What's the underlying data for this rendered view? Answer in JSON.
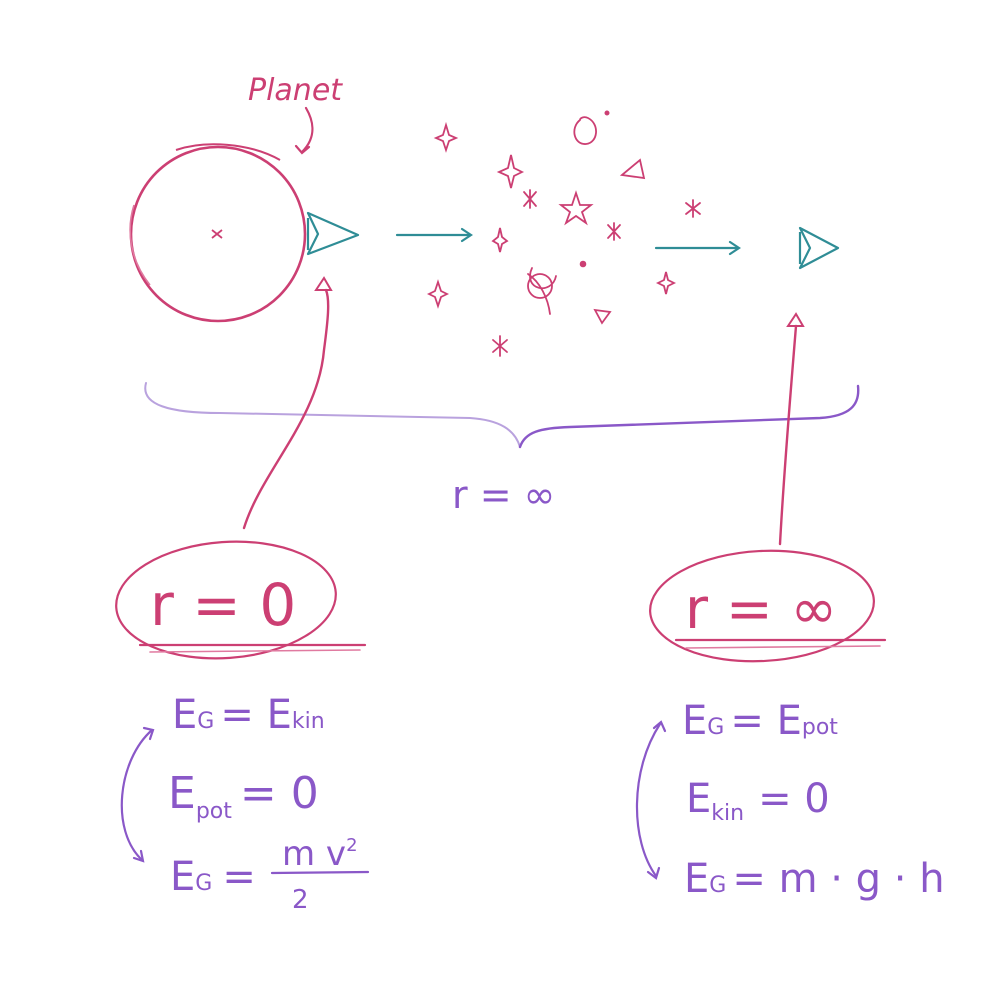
{
  "colors": {
    "pink": "#cc3f73",
    "pink_light": "#e07aa0",
    "purple": "#8a58c8",
    "purple_light": "#b9a2de",
    "teal": "#2f8d96"
  },
  "labels": {
    "planet": "Planet",
    "brace_label": "r = ∞",
    "left_condition": "r = 0",
    "right_condition": "r = ∞"
  },
  "left_equations": {
    "eq1": {
      "lhs": "E",
      "lhs_sub": "G",
      "rhs": "= E",
      "rhs_sub": "kin"
    },
    "eq2": {
      "lhs": "E",
      "lhs_sub": "pot",
      "rhs": "= 0"
    },
    "eq3": {
      "lhs": "E",
      "lhs_sub": "G",
      "equals": "=",
      "numerator": "m v",
      "exponent": "2",
      "denominator": "2"
    }
  },
  "right_equations": {
    "eq1": {
      "lhs": "E",
      "lhs_sub": "G",
      "rhs": "= E",
      "rhs_sub": "pot"
    },
    "eq2": {
      "lhs": "E",
      "lhs_sub": "kin",
      "rhs": "= 0"
    },
    "eq3": {
      "lhs": "E",
      "lhs_sub": "G",
      "rhs": "= m · g · h"
    }
  },
  "icons": {
    "planet": "circle-planet-icon",
    "rocket": "rocket-arrow-icon",
    "star": "sparkle-star-icon",
    "ringed_planet": "ringed-planet-icon",
    "brace": "curly-brace-icon"
  }
}
